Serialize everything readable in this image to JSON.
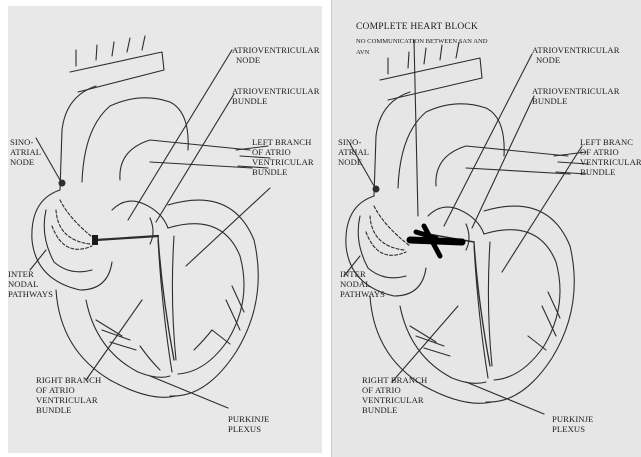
{
  "left_panel": {
    "labels": {
      "av_node": [
        "ATRIOVENTRICULAR",
        "NODE"
      ],
      "av_bundle": [
        "ATRIOVENTRICULAR",
        "BUNDLE"
      ],
      "sa_node": [
        "SINO-",
        "ATRIAL",
        "NODE"
      ],
      "left_branch": [
        "LEFT BRANCH",
        "OF ATRIO",
        "VENTRICULAR",
        "BUNDLE"
      ],
      "internodal": [
        "INTER",
        "NODAL",
        "PATHWAYS"
      ],
      "right_branch": [
        "RIGHT BRANCH",
        "OF ATRIO",
        "VENTRICULAR",
        "BUNDLE"
      ],
      "purkinje": [
        "PURKINJE",
        "PLEXUS"
      ]
    }
  },
  "right_panel": {
    "title": "COMPLETE HEART BLOCK",
    "subtitle": [
      "NO COMMUNICATION BETWEEN SAN AND",
      "AVN"
    ],
    "labels": {
      "av_node": [
        "ATRIOVENTRICULAR",
        "NODE"
      ],
      "av_bundle": [
        "ATRIOVENTRICULAR",
        "BUNDLE"
      ],
      "sa_node": [
        "SINO-",
        "ATRIAL",
        "NODE"
      ],
      "left_branch": [
        "LEFT BRANC",
        "OF ATRIO",
        "VENTRICULAR",
        "BUNDLE"
      ],
      "internodal": [
        "INTER",
        "NODAL",
        "PATHWAYS"
      ],
      "right_branch": [
        "RIGHT BRANCH",
        "OF ATRIO",
        "VENTRICULAR",
        "BUNDLE"
      ],
      "purkinje": [
        "PURKINJE",
        "PLEXUS"
      ]
    }
  },
  "colors": {
    "paper": "#e9e9e9",
    "ink": "#2a2a2a",
    "block_mark": "#000000"
  }
}
